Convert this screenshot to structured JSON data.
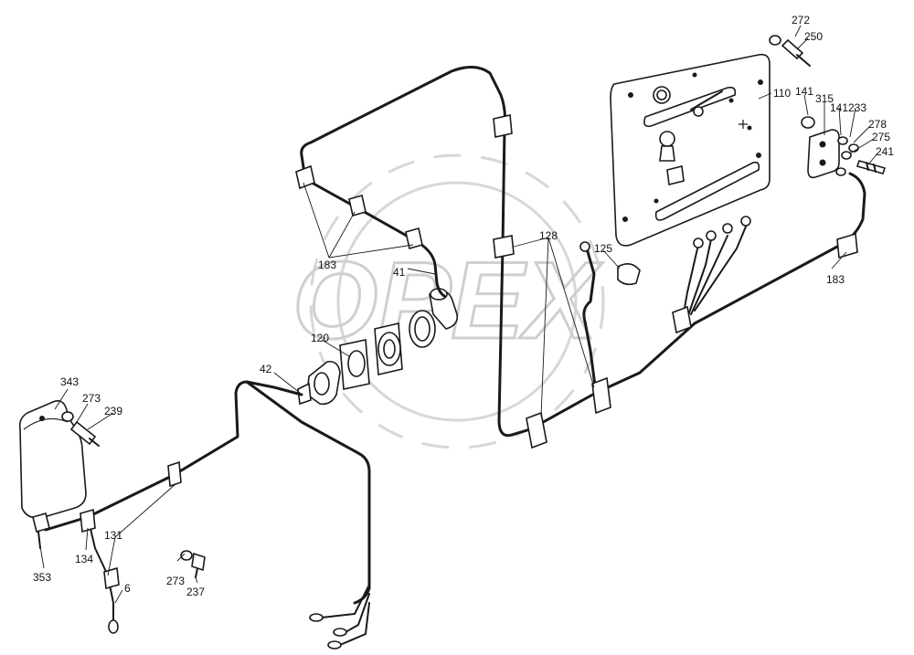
{
  "watermark": {
    "text": "OPEX"
  },
  "callouts": {
    "c272": "272",
    "c250": "250",
    "c110": "110",
    "c141a": "141",
    "c315": "315",
    "c141b": "141",
    "c233": "233",
    "c278": "278",
    "c275": "275",
    "c241": "241",
    "c128": "128",
    "c125": "125",
    "c183a": "183",
    "c183b": "183",
    "c41": "41",
    "c120": "120",
    "c42": "42",
    "c343": "343",
    "c273a": "273",
    "c239": "239",
    "c131": "131",
    "c273b": "273",
    "c237": "237",
    "c353": "353",
    "c134": "134",
    "c6": "6"
  }
}
